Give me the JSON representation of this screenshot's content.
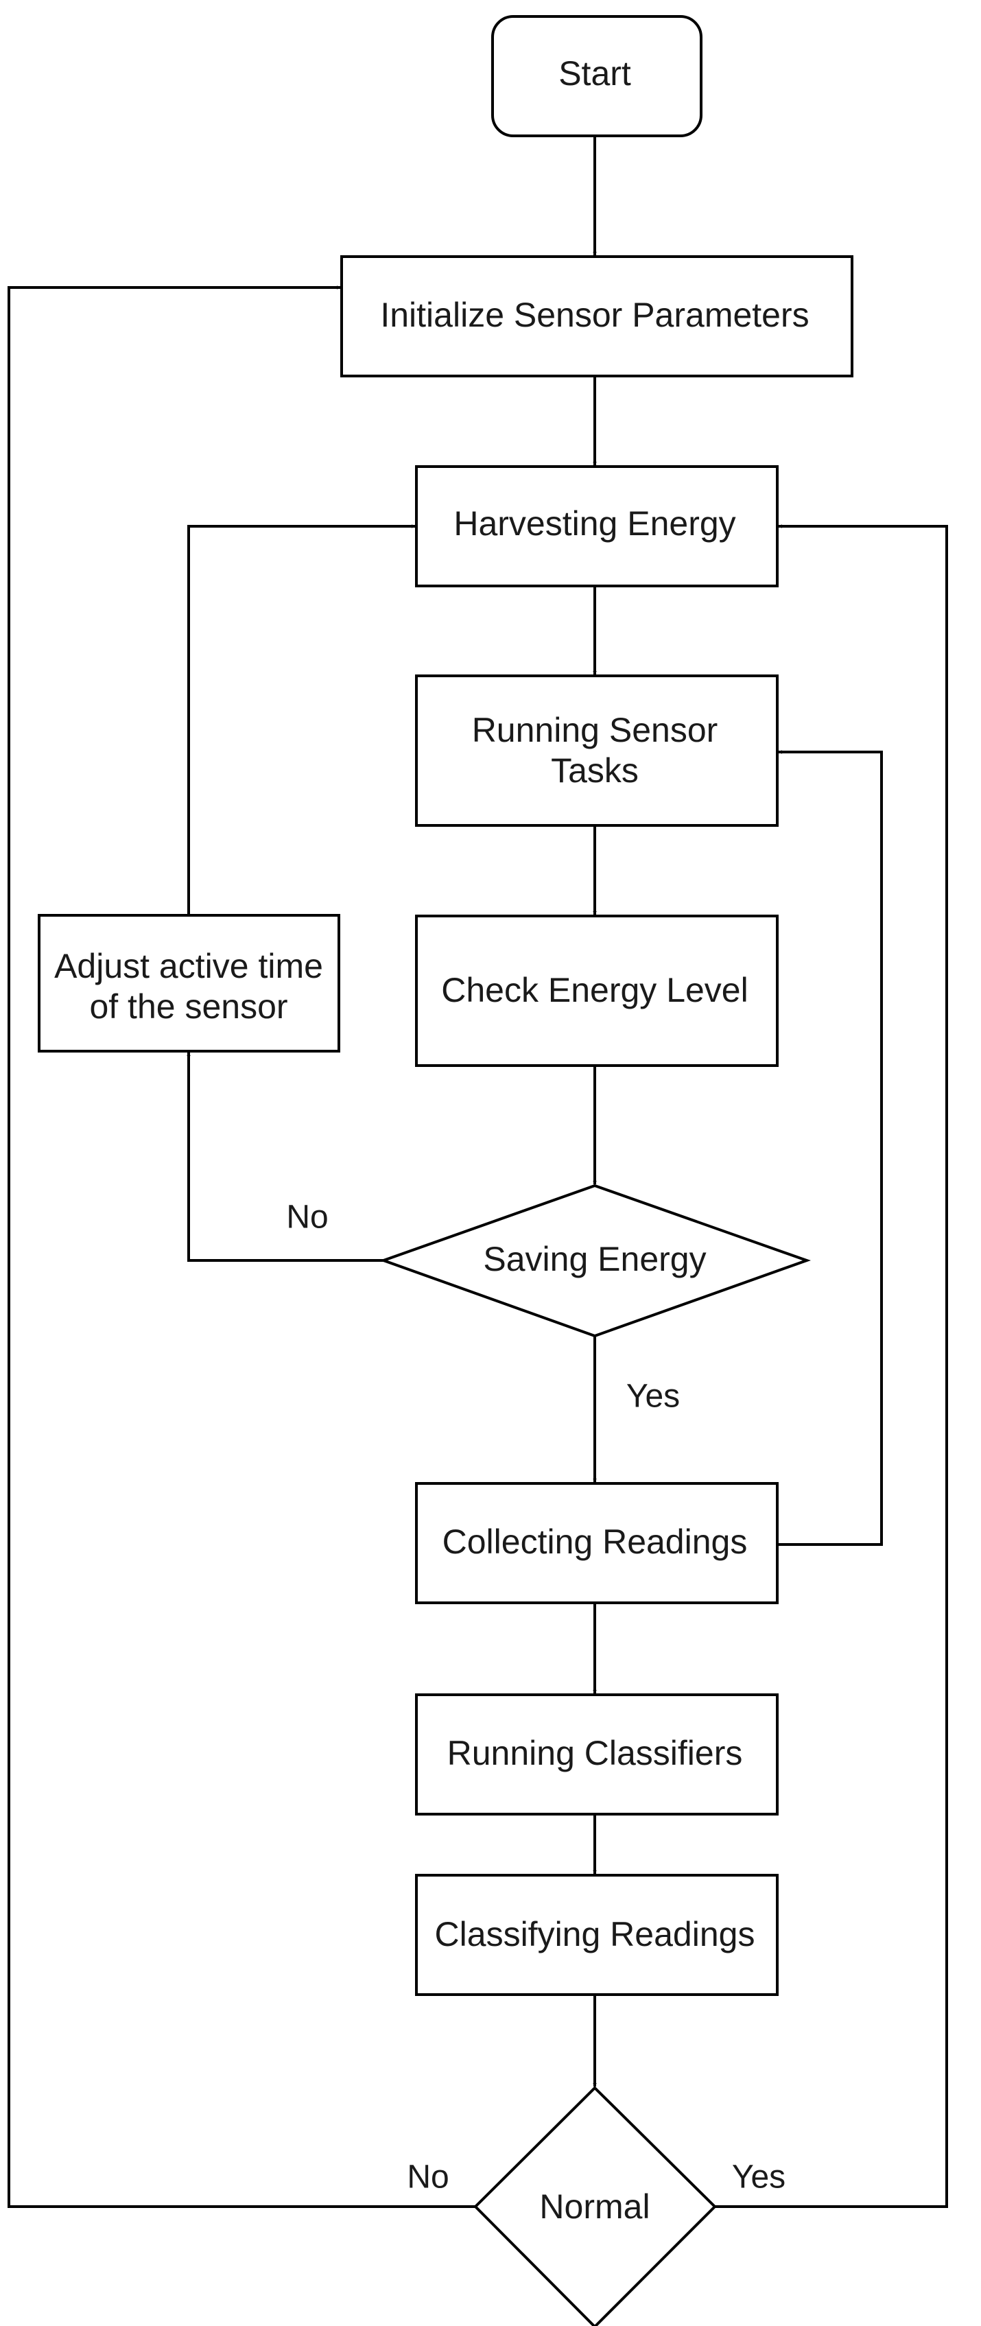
{
  "nodes": {
    "start": "Start",
    "init": "Initialize Sensor Parameters",
    "harvest": "Harvesting Energy",
    "run_tasks": [
      "Running Sensor",
      "Tasks"
    ],
    "check": "Check Energy Level",
    "saving": "Saving Energy",
    "adjust": [
      "Adjust active time",
      "of the sensor"
    ],
    "collect": "Collecting Readings",
    "run_class": "Running Classifiers",
    "classify": "Classifying Readings",
    "normal": "Normal"
  },
  "edge_labels": {
    "saving_no": "No",
    "saving_yes": "Yes",
    "normal_no": "No",
    "normal_yes": "Yes"
  },
  "colors": {
    "stroke": "#000000",
    "fill": "#ffffff",
    "text": "#1a1a1a"
  }
}
